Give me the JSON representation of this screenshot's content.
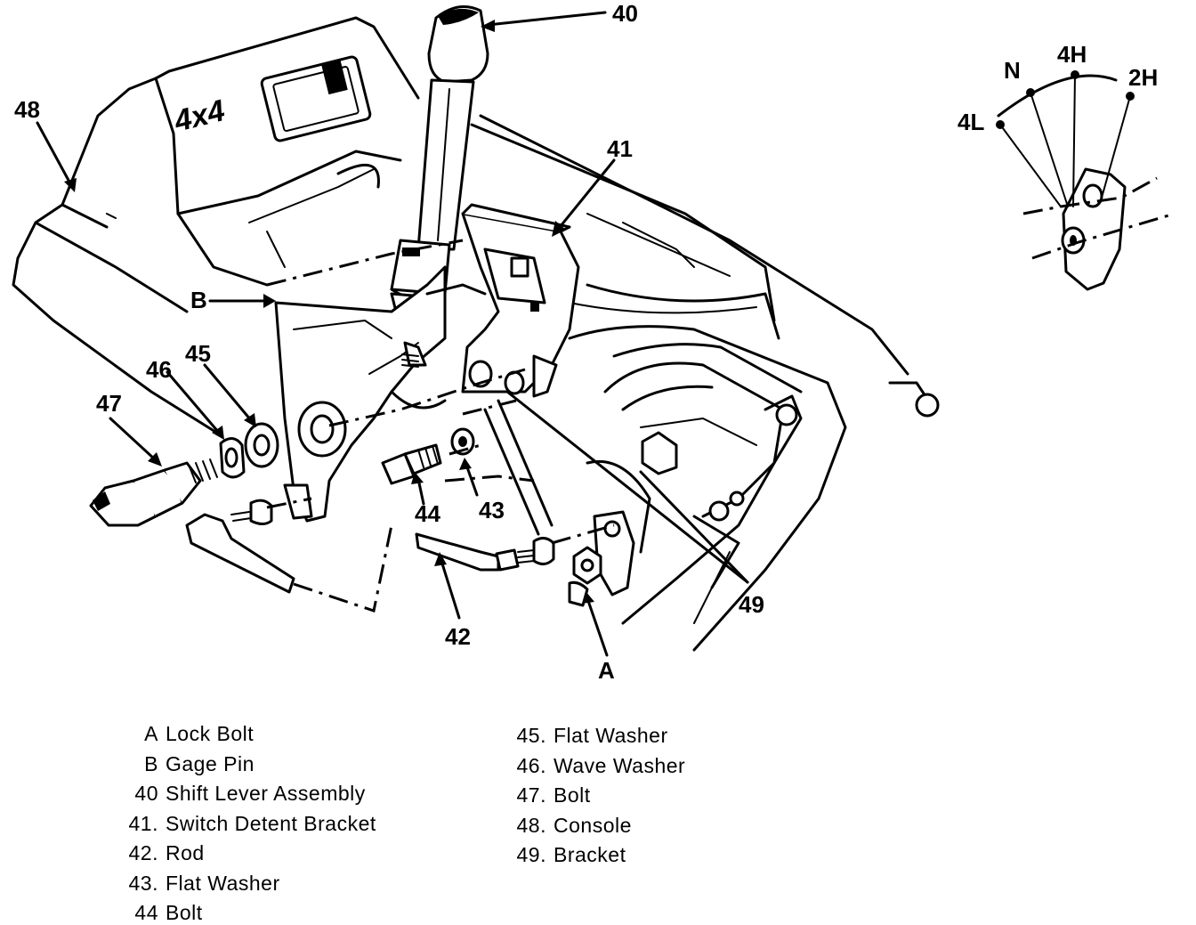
{
  "callouts": {
    "c40": "40",
    "c41": "41",
    "c42": "42",
    "c43": "43",
    "c44": "44",
    "c45": "45",
    "c46": "46",
    "c47": "47",
    "c48": "48",
    "c49": "49",
    "cA": "A",
    "cB": "B"
  },
  "console_badge": "4x4",
  "shift_positions": {
    "p4L": "4L",
    "pN": "N",
    "p4H": "4H",
    "p2H": "2H"
  },
  "legend": {
    "left": [
      {
        "key": "A",
        "label": "Lock Bolt"
      },
      {
        "key": "B",
        "label": "Gage Pin"
      },
      {
        "key": "40",
        "label": "Shift Lever Assembly"
      },
      {
        "key": "41.",
        "label": "Switch Detent Bracket"
      },
      {
        "key": "42.",
        "label": "Rod"
      },
      {
        "key": "43.",
        "label": "Flat Washer"
      },
      {
        "key": "44",
        "label": "Bolt"
      }
    ],
    "right": [
      {
        "key": "45.",
        "label": "Flat Washer"
      },
      {
        "key": "46.",
        "label": "Wave Washer"
      },
      {
        "key": "47.",
        "label": "Bolt"
      },
      {
        "key": "48.",
        "label": "Console"
      },
      {
        "key": "49.",
        "label": "Bracket"
      }
    ]
  }
}
